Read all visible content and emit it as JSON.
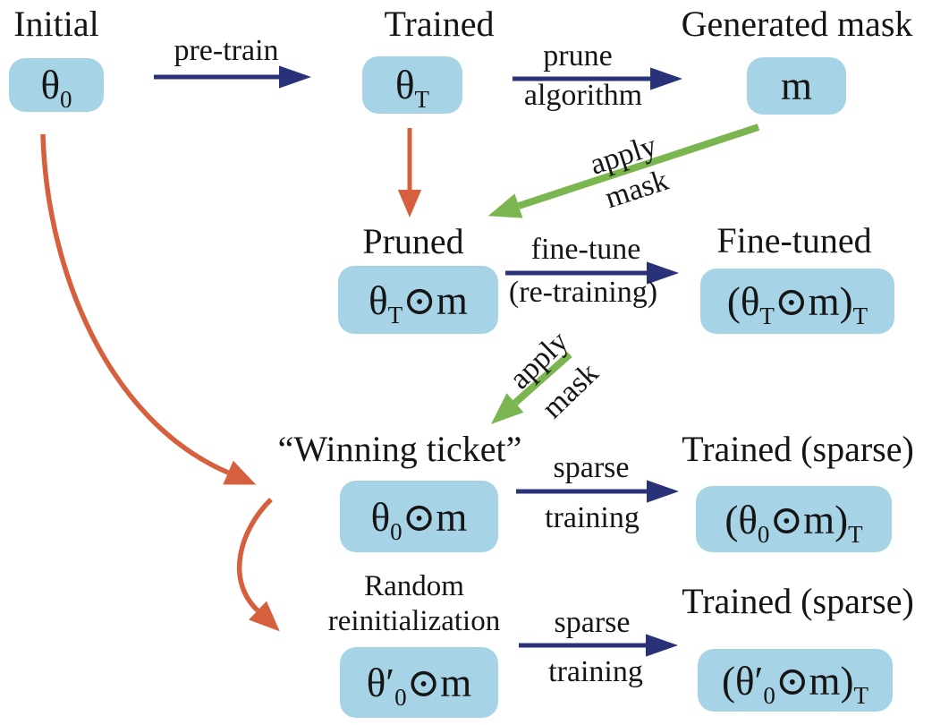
{
  "colors": {
    "node_fill": "#a6d3e6",
    "arrow_blue": "#293179",
    "arrow_green": "#7ab54f",
    "arrow_orange": "#d65f3d",
    "text": "#151515"
  },
  "nodes": {
    "initial": {
      "label": "Initial",
      "p1": "θ",
      "s1": "0"
    },
    "trained": {
      "label": "Trained",
      "p1": "θ",
      "s1": "T"
    },
    "generated_mask": {
      "label": "Generated mask",
      "p1": "m"
    },
    "pruned": {
      "label": "Pruned",
      "p1": "θ",
      "s1": "T",
      "p2": "⊙m"
    },
    "fine_tuned": {
      "label": "Fine-tuned",
      "p1": "(θ",
      "s1": "T",
      "p2": "⊙m)",
      "s2": "T"
    },
    "winning_ticket": {
      "label": "“Winning ticket”",
      "p1": "θ",
      "s1": "0",
      "p2": "⊙m"
    },
    "trained_sparse_top": {
      "label": "Trained (sparse)",
      "p1": "(θ",
      "s1": "0",
      "p2": "⊙m)",
      "s2": "T"
    },
    "random_reinit": {
      "label": "Random reinitialization",
      "p1": "θ′",
      "s1": "0",
      "p2": "⊙m"
    },
    "trained_sparse_bottom": {
      "label": "Trained (sparse)",
      "p1": "(θ′",
      "s1": "0",
      "p2": "⊙m)",
      "s2": "T"
    }
  },
  "edges": {
    "pre_train": {
      "label": "pre-train"
    },
    "prune_algorithm": {
      "line1": "prune",
      "line2": "algorithm"
    },
    "apply_mask_1": {
      "line1": "apply",
      "line2": "mask"
    },
    "fine_tune": {
      "line1": "fine-tune",
      "line2": "(re-training)"
    },
    "apply_mask_2": {
      "line1": "apply",
      "line2": "mask"
    },
    "sparse_training_1": {
      "line1": "sparse",
      "line2": "training"
    },
    "sparse_training_2": {
      "line1": "sparse",
      "line2": "training"
    }
  }
}
